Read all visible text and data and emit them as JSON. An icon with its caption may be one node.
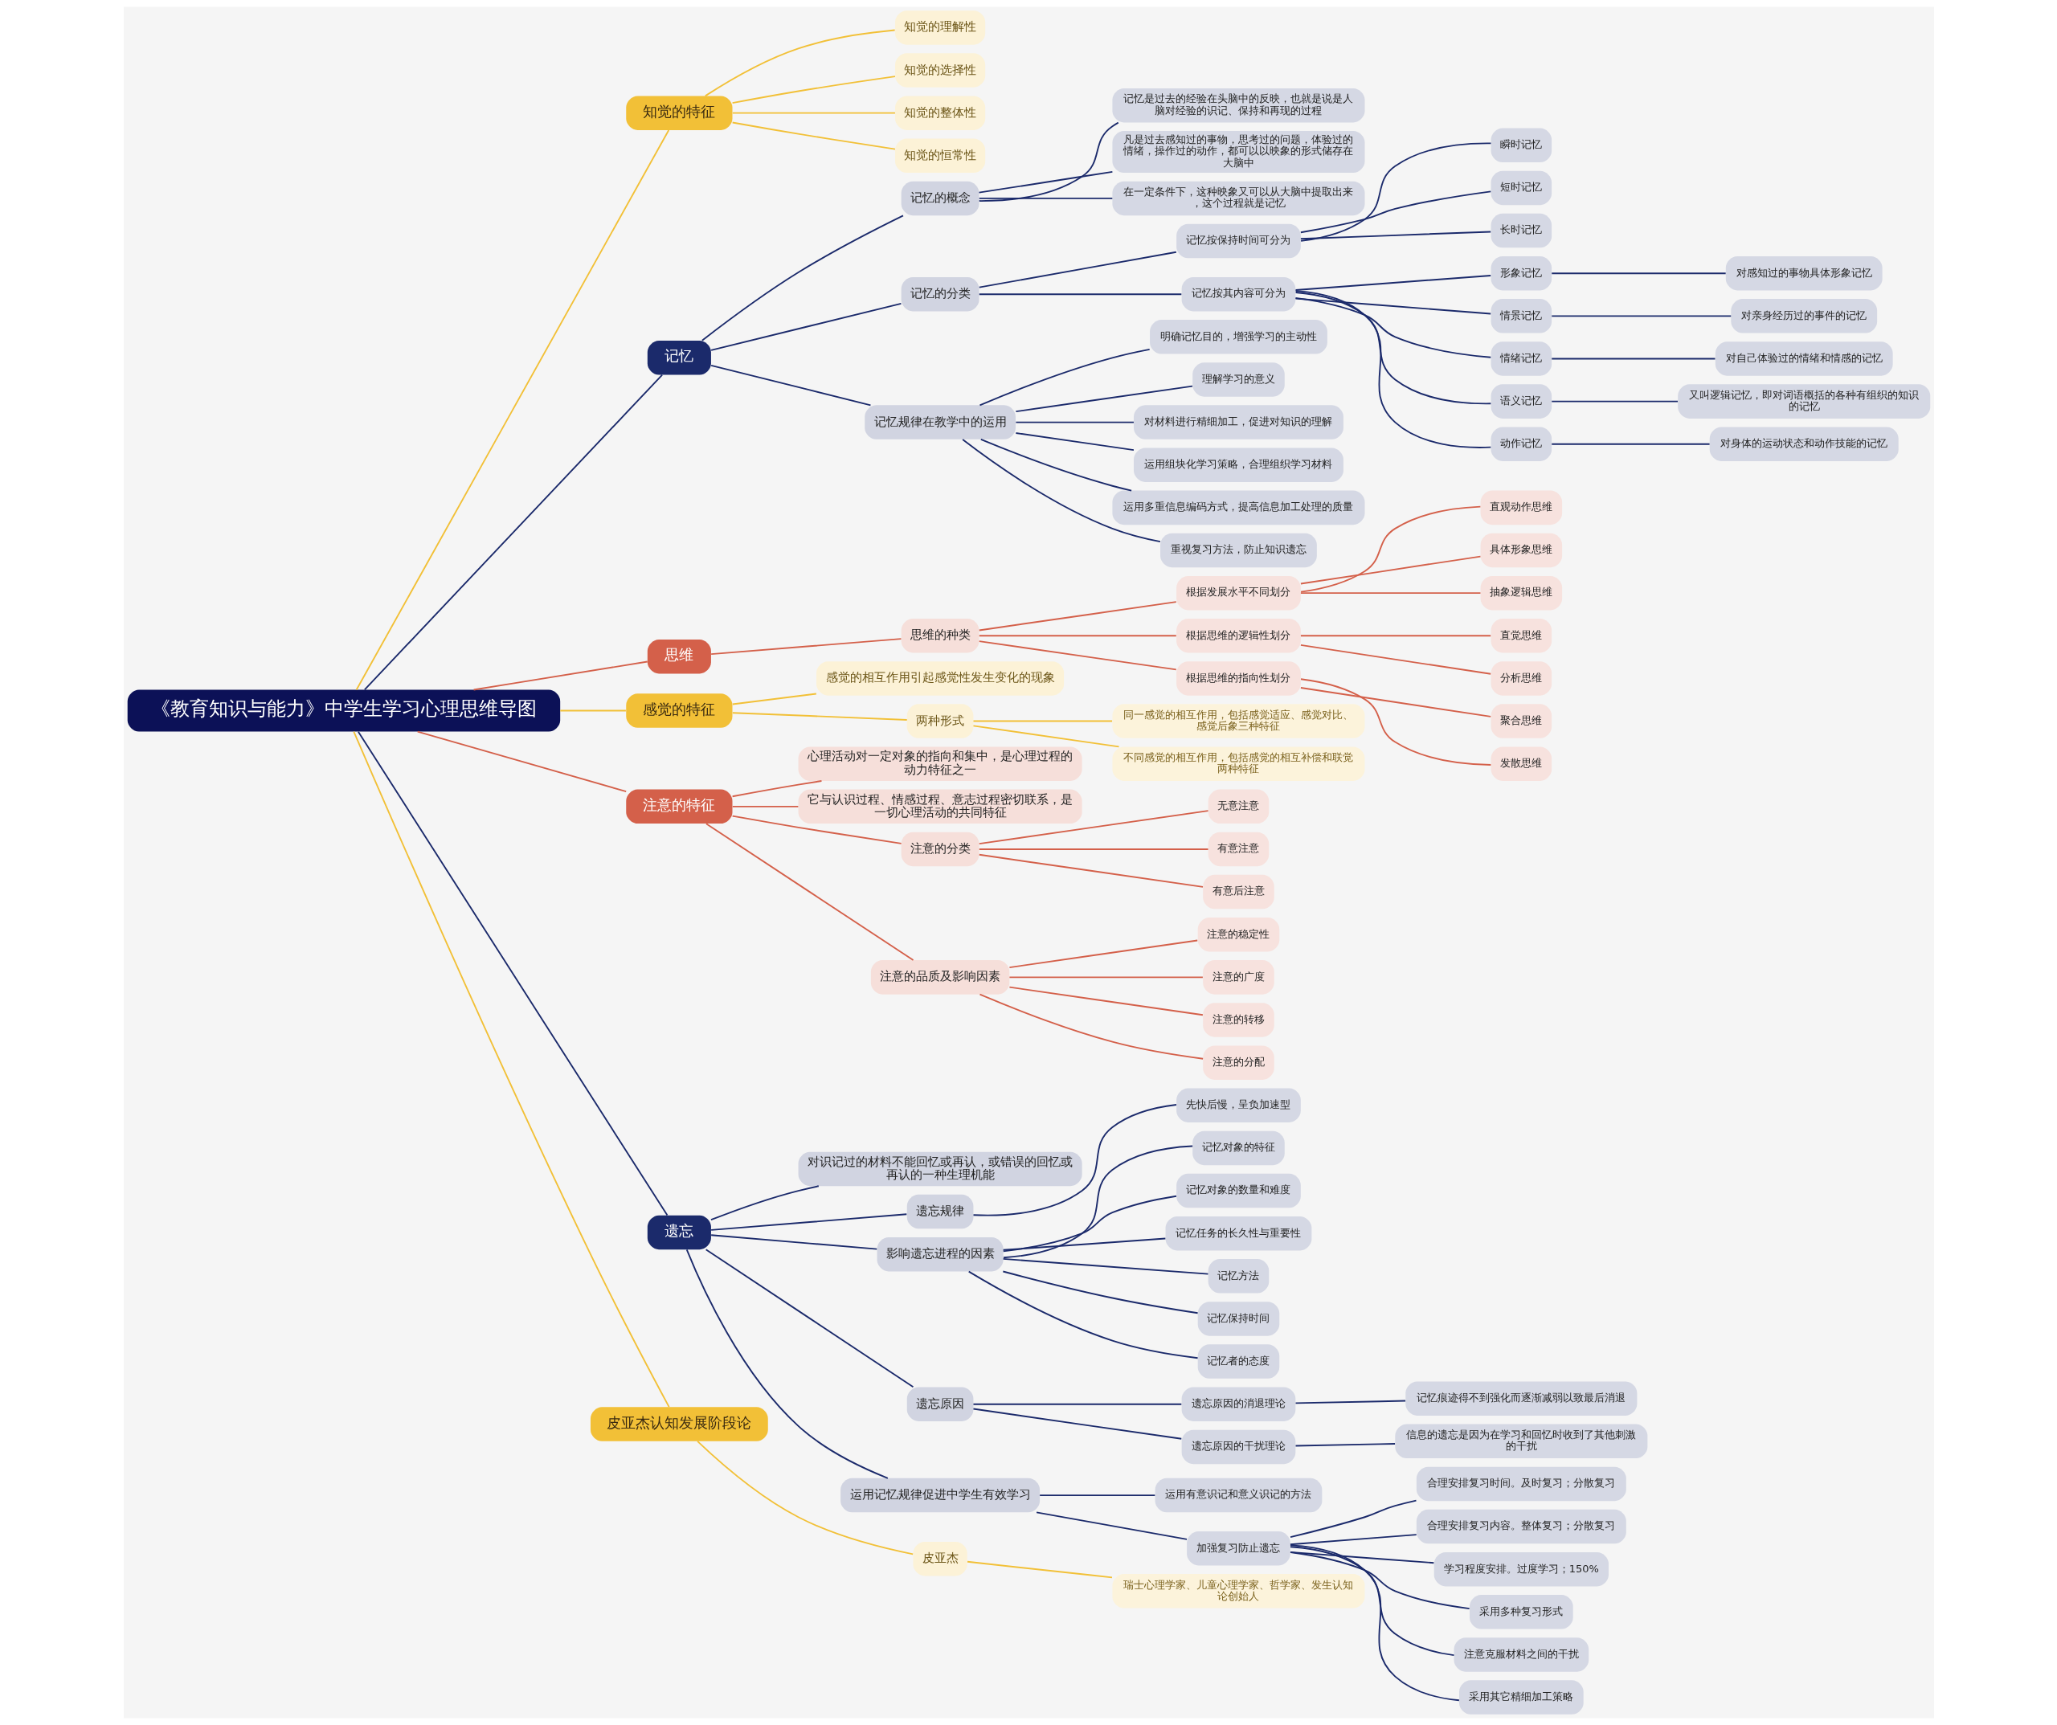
{
  "diagram": {
    "nodes": [
      {
        "text": [
          "《教育知识与能力》中学生学习心理思维导图"
        ]
      },
      {
        "text": [
          "知觉的特征"
        ]
      },
      {
        "text": [
          "知觉的理解性"
        ]
      },
      {
        "text": [
          "知觉的选择性"
        ]
      },
      {
        "text": [
          "知觉的整体性"
        ]
      },
      {
        "text": [
          "知觉的恒常性"
        ]
      },
      {
        "text": [
          "记忆"
        ]
      },
      {
        "text": [
          "记忆的概念"
        ]
      },
      {
        "text": [
          "记忆是过去的经验在头脑中的反映，也就是说是人脑对经验的识记、保持和再现的过程"
        ]
      },
      {
        "text": [
          "凡是过去感知过的事物，思考过的问题，体验过的情绪，操作过的动作，都可以以映象的形式储存在大脑中"
        ]
      },
      {
        "text": [
          "在一定条件下，这种映象又可以从大脑中提取出来，这个过程就是记忆"
        ]
      },
      {
        "text": [
          "记忆的分类"
        ]
      },
      {
        "text": [
          "记忆按保持时间可分为"
        ]
      },
      {
        "text": [
          "瞬时记忆"
        ]
      },
      {
        "text": [
          "短时记忆"
        ]
      },
      {
        "text": [
          "长时记忆"
        ]
      },
      {
        "text": [
          "记忆按其内容可分为"
        ]
      },
      {
        "text": [
          "形象记忆"
        ]
      },
      {
        "text": [
          "对感知过的事物具体形象记忆"
        ]
      },
      {
        "text": [
          "情景记忆"
        ]
      },
      {
        "text": [
          "对亲身经历过的事件的记忆"
        ]
      },
      {
        "text": [
          "情绪记忆"
        ]
      },
      {
        "text": [
          "对自己体验过的情绪和情感的记忆"
        ]
      },
      {
        "text": [
          "语义记忆"
        ]
      },
      {
        "text": [
          "又叫逻辑记忆，即对词语概括的各种有组织的知识的记忆"
        ]
      },
      {
        "text": [
          "动作记忆"
        ]
      },
      {
        "text": [
          "对身体的运动状态和动作技能的记忆"
        ]
      },
      {
        "text": [
          "记忆规律在教学中的运用"
        ]
      },
      {
        "text": [
          "明确记忆目的，增强学习的主动性"
        ]
      },
      {
        "text": [
          "理解学习的意义"
        ]
      },
      {
        "text": [
          "对材料进行精细加工，促进对知识的理解"
        ]
      },
      {
        "text": [
          "运用组块化学习策略，合理组织学习材料"
        ]
      },
      {
        "text": [
          "运用多重信息编码方式，提高信息加工处理的质量"
        ]
      },
      {
        "text": [
          "重视复习方法，防止知识遗忘"
        ]
      },
      {
        "text": [
          "思维"
        ]
      },
      {
        "text": [
          "思维的种类"
        ]
      },
      {
        "text": [
          "根据发展水平不同划分"
        ]
      },
      {
        "text": [
          "直观动作思维"
        ]
      },
      {
        "text": [
          "具体形象思维"
        ]
      },
      {
        "text": [
          "抽象逻辑思维"
        ]
      },
      {
        "text": [
          "根据思维的逻辑性划分"
        ]
      },
      {
        "text": [
          "直觉思维"
        ]
      },
      {
        "text": [
          "分析思维"
        ]
      },
      {
        "text": [
          "根据思维的指向性划分"
        ]
      },
      {
        "text": [
          "聚合思维"
        ]
      },
      {
        "text": [
          "发散思维"
        ]
      },
      {
        "text": [
          "感觉的特征"
        ]
      },
      {
        "text": [
          "感觉的相互作用引起感觉性发生变化的现象"
        ]
      },
      {
        "text": [
          "两种形式"
        ]
      },
      {
        "text": [
          "同一感觉的相互作用，包括感觉适应、感觉对比、感觉后象三种特征"
        ]
      },
      {
        "text": [
          "不同感觉的相互作用，包括感觉的相互补偿和联觉两种特征"
        ]
      },
      {
        "text": [
          "注意的特征"
        ]
      },
      {
        "text": [
          "心理活动对一定对象的指向和集中，是心理过程的动力特征之一"
        ]
      },
      {
        "text": [
          "它与认识过程、情感过程、意志过程密切联系，是一切心理活动的共同特征"
        ]
      },
      {
        "text": [
          "注意的分类"
        ]
      },
      {
        "text": [
          "无意注意"
        ]
      },
      {
        "text": [
          "有意注意"
        ]
      },
      {
        "text": [
          "有意后注意"
        ]
      },
      {
        "text": [
          "注意的品质及影响因素"
        ]
      },
      {
        "text": [
          "注意的稳定性"
        ]
      },
      {
        "text": [
          "注意的广度"
        ]
      },
      {
        "text": [
          "注意的转移"
        ]
      },
      {
        "text": [
          "注意的分配"
        ]
      },
      {
        "text": [
          "遗忘"
        ]
      },
      {
        "text": [
          "对识记过的材料不能回忆或再认，或错误的回忆或再认的一种生理机能"
        ]
      },
      {
        "text": [
          "遗忘规律"
        ]
      },
      {
        "text": [
          "先快后慢，呈负加速型"
        ]
      },
      {
        "text": [
          "影响遗忘进程的因素"
        ]
      },
      {
        "text": [
          "记忆对象的特征"
        ]
      },
      {
        "text": [
          "记忆对象的数量和难度"
        ]
      },
      {
        "text": [
          "记忆任务的长久性与重要性"
        ]
      },
      {
        "text": [
          "记忆方法"
        ]
      },
      {
        "text": [
          "记忆保持时间"
        ]
      },
      {
        "text": [
          "记忆者的态度"
        ]
      },
      {
        "text": [
          "遗忘原因"
        ]
      },
      {
        "text": [
          "遗忘原因的消退理论"
        ]
      },
      {
        "text": [
          "记忆痕迹得不到强化而逐渐减弱以致最后消退"
        ]
      },
      {
        "text": [
          "遗忘原因的干扰理论"
        ]
      },
      {
        "text": [
          "信息的遗忘是因为在学习和回忆时收到了其他刺激的干扰"
        ]
      },
      {
        "text": [
          "运用记忆规律促进中学生有效学习"
        ]
      },
      {
        "text": [
          "运用有意识记和意义识记的方法"
        ]
      },
      {
        "text": [
          "加强复习防止遗忘"
        ]
      },
      {
        "text": [
          "合理安排复习时间。及时复习；分散复习"
        ]
      },
      {
        "text": [
          "合理安排复习内容。整体复习；分散复习"
        ]
      },
      {
        "text": [
          "学习程度安排。过度学习；150%"
        ]
      },
      {
        "text": [
          "采用多种复习形式"
        ]
      },
      {
        "text": [
          "注意克服材料之间的干扰"
        ]
      },
      {
        "text": [
          "采用其它精细加工策略"
        ]
      },
      {
        "text": [
          "皮亚杰认知发展阶段论"
        ]
      },
      {
        "text": [
          "皮亚杰"
        ]
      },
      {
        "text": [
          "瑞士心理学家、儿童心理学家、哲学家、发生认知论创始人"
        ]
      }
    ],
    "edges": [
      {
        "from": 0,
        "to": 1,
        "arrow": "none",
        "color": "#f2c037"
      },
      {
        "from": 1,
        "to": 2,
        "arrow": "none",
        "color": "#f2c037"
      },
      {
        "from": 1,
        "to": 3,
        "arrow": "none",
        "color": "#f2c037"
      },
      {
        "from": 1,
        "to": 4,
        "arrow": "none",
        "color": "#f2c037"
      },
      {
        "from": 1,
        "to": 5,
        "arrow": "none",
        "color": "#f2c037"
      },
      {
        "from": 0,
        "to": 6,
        "arrow": "none"
      },
      {
        "from": 6,
        "to": 7,
        "arrow": "none"
      },
      {
        "from": 7,
        "to": 8,
        "arrow": "none"
      },
      {
        "from": 7,
        "to": 9,
        "arrow": "none"
      },
      {
        "from": 7,
        "to": 10,
        "arrow": "none"
      },
      {
        "from": 6,
        "to": 11,
        "arrow": "none"
      },
      {
        "from": 11,
        "to": 12,
        "arrow": "none"
      },
      {
        "from": 12,
        "to": 13,
        "arrow": "none"
      },
      {
        "from": 12,
        "to": 14,
        "arrow": "none"
      },
      {
        "from": 12,
        "to": 15,
        "arrow": "none"
      },
      {
        "from": 11,
        "to": 16,
        "arrow": "none"
      },
      {
        "from": 16,
        "to": 17,
        "arrow": "none"
      },
      {
        "from": 17,
        "to": 18,
        "arrow": "none"
      },
      {
        "from": 16,
        "to": 19,
        "arrow": "none"
      },
      {
        "from": 19,
        "to": 20,
        "arrow": "none"
      },
      {
        "from": 16,
        "to": 21,
        "arrow": "none"
      },
      {
        "from": 21,
        "to": 22,
        "arrow": "none"
      },
      {
        "from": 16,
        "to": 23,
        "arrow": "none"
      },
      {
        "from": 23,
        "to": 24,
        "arrow": "none"
      },
      {
        "from": 16,
        "to": 25,
        "arrow": "none"
      },
      {
        "from": 25,
        "to": 26,
        "arrow": "none"
      },
      {
        "from": 6,
        "to": 27,
        "arrow": "none"
      },
      {
        "from": 27,
        "to": 28,
        "arrow": "none"
      },
      {
        "from": 27,
        "to": 29,
        "arrow": "none"
      },
      {
        "from": 27,
        "to": 30,
        "arrow": "none"
      },
      {
        "from": 27,
        "to": 31,
        "arrow": "none"
      },
      {
        "from": 27,
        "to": 32,
        "arrow": "none"
      },
      {
        "from": 27,
        "to": 33,
        "arrow": "none"
      },
      {
        "from": 0,
        "to": 34,
        "arrow": "none",
        "color": "#d4604a"
      },
      {
        "from": 34,
        "to": 35,
        "arrow": "none",
        "color": "#d4604a"
      },
      {
        "from": 35,
        "to": 36,
        "arrow": "none",
        "color": "#d4604a"
      },
      {
        "from": 36,
        "to": 37,
        "arrow": "none",
        "color": "#d4604a"
      },
      {
        "from": 36,
        "to": 38,
        "arrow": "none",
        "color": "#d4604a"
      },
      {
        "from": 36,
        "to": 39,
        "arrow": "none",
        "color": "#d4604a"
      },
      {
        "from": 35,
        "to": 40,
        "arrow": "none",
        "color": "#d4604a"
      },
      {
        "from": 40,
        "to": 41,
        "arrow": "none",
        "color": "#d4604a"
      },
      {
        "from": 40,
        "to": 42,
        "arrow": "none",
        "color": "#d4604a"
      },
      {
        "from": 35,
        "to": 43,
        "arrow": "none",
        "color": "#d4604a"
      },
      {
        "from": 43,
        "to": 44,
        "arrow": "none",
        "color": "#d4604a"
      },
      {
        "from": 43,
        "to": 45,
        "arrow": "none",
        "color": "#d4604a"
      },
      {
        "from": 0,
        "to": 46,
        "arrow": "none",
        "color": "#f2c037"
      },
      {
        "from": 46,
        "to": 47,
        "arrow": "none",
        "color": "#f2c037"
      },
      {
        "from": 46,
        "to": 48,
        "arrow": "none",
        "color": "#f2c037"
      },
      {
        "from": 48,
        "to": 49,
        "arrow": "none",
        "color": "#f2c037"
      },
      {
        "from": 48,
        "to": 50,
        "arrow": "none",
        "color": "#f2c037"
      },
      {
        "from": 0,
        "to": 51,
        "arrow": "none",
        "color": "#d4604a"
      },
      {
        "from": 51,
        "to": 52,
        "arrow": "none",
        "color": "#d4604a"
      },
      {
        "from": 51,
        "to": 53,
        "arrow": "none",
        "color": "#d4604a"
      },
      {
        "from": 51,
        "to": 54,
        "arrow": "none",
        "color": "#d4604a"
      },
      {
        "from": 54,
        "to": 55,
        "arrow": "none",
        "color": "#d4604a"
      },
      {
        "from": 54,
        "to": 56,
        "arrow": "none",
        "color": "#d4604a"
      },
      {
        "from": 54,
        "to": 57,
        "arrow": "none",
        "color": "#d4604a"
      },
      {
        "from": 51,
        "to": 58,
        "arrow": "none",
        "color": "#d4604a"
      },
      {
        "from": 58,
        "to": 59,
        "arrow": "none",
        "color": "#d4604a"
      },
      {
        "from": 58,
        "to": 60,
        "arrow": "none",
        "color": "#d4604a"
      },
      {
        "from": 58,
        "to": 61,
        "arrow": "none",
        "color": "#d4604a"
      },
      {
        "from": 58,
        "to": 62,
        "arrow": "none",
        "color": "#d4604a"
      },
      {
        "from": 0,
        "to": 63,
        "arrow": "none"
      },
      {
        "from": 63,
        "to": 64,
        "arrow": "none"
      },
      {
        "from": 63,
        "to": 65,
        "arrow": "none"
      },
      {
        "from": 65,
        "to": 66,
        "arrow": "none"
      },
      {
        "from": 63,
        "to": 67,
        "arrow": "none"
      },
      {
        "from": 67,
        "to": 68,
        "arrow": "none"
      },
      {
        "from": 67,
        "to": 69,
        "arrow": "none"
      },
      {
        "from": 67,
        "to": 70,
        "arrow": "none"
      },
      {
        "from": 67,
        "to": 71,
        "arrow": "none"
      },
      {
        "from": 67,
        "to": 72,
        "arrow": "none"
      },
      {
        "from": 67,
        "to": 73,
        "arrow": "none"
      },
      {
        "from": 63,
        "to": 74,
        "arrow": "none"
      },
      {
        "from": 74,
        "to": 75,
        "arrow": "none"
      },
      {
        "from": 75,
        "to": 76,
        "arrow": "none"
      },
      {
        "from": 74,
        "to": 77,
        "arrow": "none"
      },
      {
        "from": 77,
        "to": 78,
        "arrow": "none"
      },
      {
        "from": 63,
        "to": 79,
        "arrow": "none"
      },
      {
        "from": 79,
        "to": 80,
        "arrow": "none"
      },
      {
        "from": 79,
        "to": 81,
        "arrow": "none"
      },
      {
        "from": 81,
        "to": 82,
        "arrow": "none"
      },
      {
        "from": 81,
        "to": 83,
        "arrow": "none"
      },
      {
        "from": 81,
        "to": 84,
        "arrow": "none"
      },
      {
        "from": 81,
        "to": 85,
        "arrow": "none"
      },
      {
        "from": 81,
        "to": 86,
        "arrow": "none"
      },
      {
        "from": 81,
        "to": 87,
        "arrow": "none"
      },
      {
        "from": 0,
        "to": 88,
        "arrow": "none",
        "color": "#f2c037"
      },
      {
        "from": 88,
        "to": 89,
        "arrow": "none",
        "color": "#f2c037"
      },
      {
        "from": 89,
        "to": 90,
        "arrow": "none",
        "color": "#f2c037"
      }
    ]
  }
}
